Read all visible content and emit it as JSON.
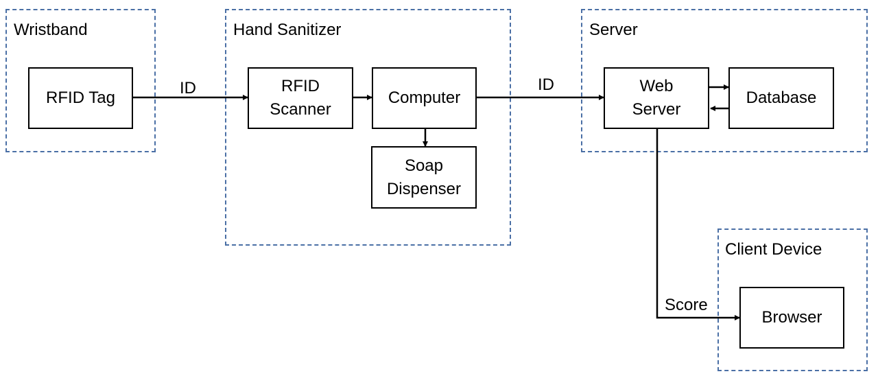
{
  "groups": {
    "wristband": "Wristband",
    "hand_sanitizer": "Hand Sanitizer",
    "server": "Server",
    "client_device": "Client Device"
  },
  "nodes": {
    "rfid_tag": "RFID Tag",
    "rfid_scanner": "RFID\nScanner",
    "computer": "Computer",
    "soap_dispenser": "Soap\nDispenser",
    "web_server": "Web\nServer",
    "database": "Database",
    "browser": "Browser"
  },
  "edges": {
    "tag_to_scanner": "ID",
    "computer_to_webserver": "ID",
    "webserver_to_browser": "Score"
  },
  "colors": {
    "group_border": "#4a6fa5",
    "line": "#000000"
  }
}
